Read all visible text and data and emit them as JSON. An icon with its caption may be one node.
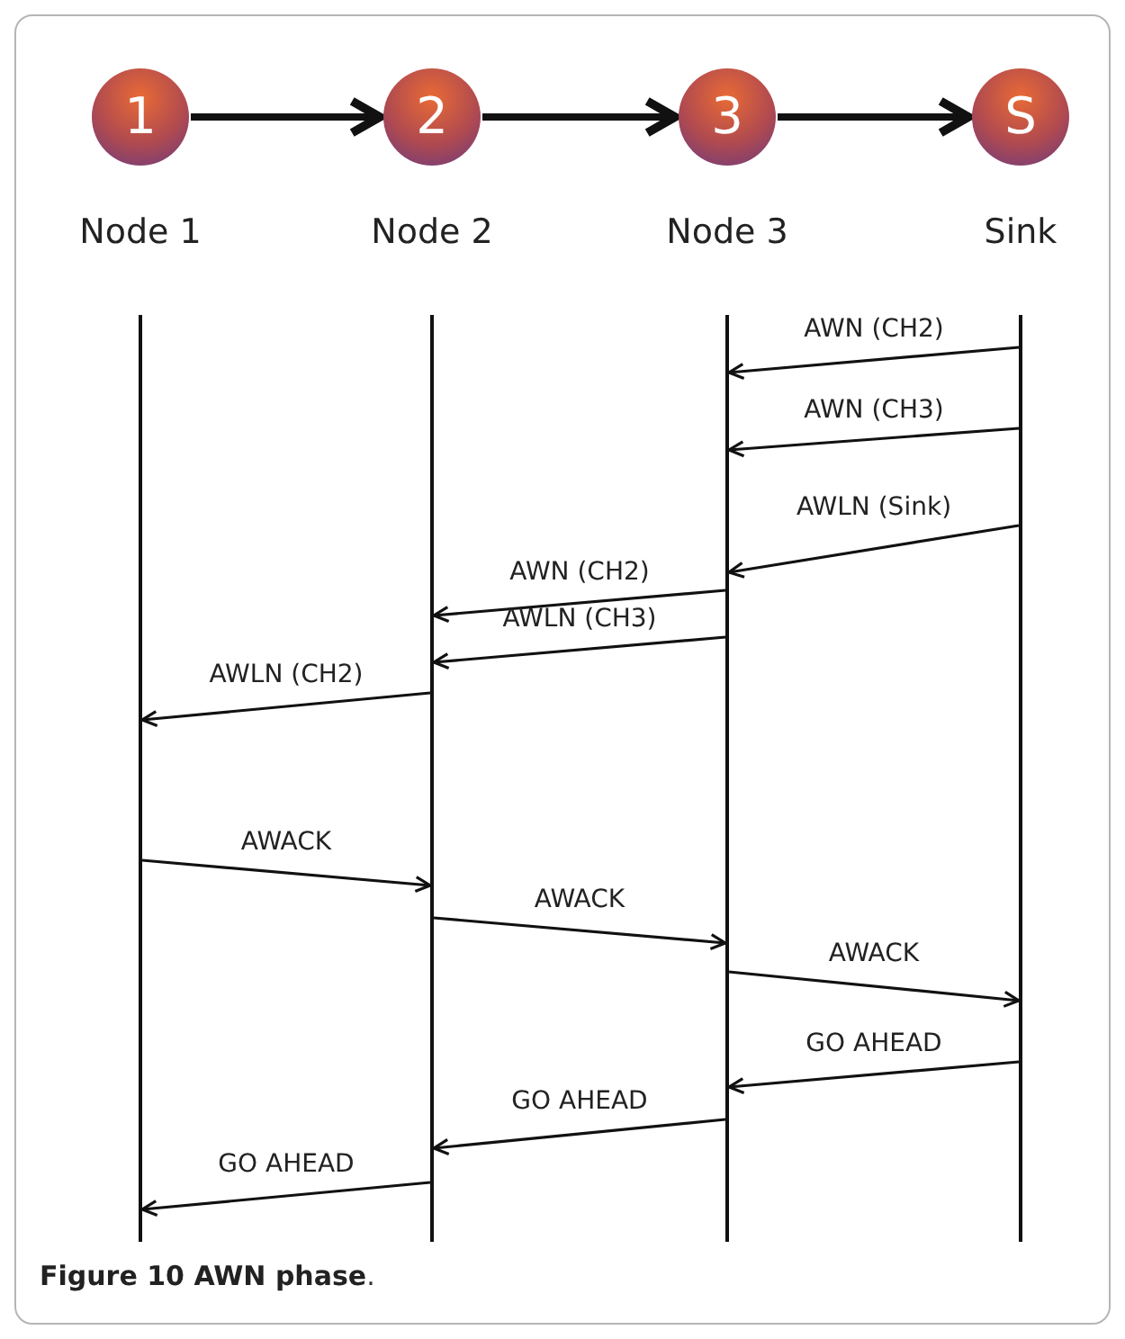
{
  "diagram": {
    "caption": "**Figure 10 AWN phase**.",
    "nodes": [
      {
        "text": [
          "1",
          "Node 1"
        ]
      },
      {
        "text": [
          "2",
          "Node 2"
        ]
      },
      {
        "text": [
          "3",
          "Node 3"
        ]
      },
      {
        "text": [
          "S",
          "Sink"
        ]
      }
    ],
    "edges": [
      {
        "from": 0,
        "to": 1,
        "arrow": "to",
        "style": "thick"
      },
      {
        "from": 1,
        "to": 2,
        "arrow": "to",
        "style": "thick"
      },
      {
        "from": 2,
        "to": 3,
        "arrow": "to",
        "style": "thick"
      },
      {
        "from": 3,
        "to": 2,
        "arrow": "to",
        "label": "AWN (CH2)"
      },
      {
        "from": 3,
        "to": 2,
        "arrow": "to",
        "label": "AWN (CH3)"
      },
      {
        "from": 3,
        "to": 2,
        "arrow": "to",
        "label": "AWLN (Sink)"
      },
      {
        "from": 2,
        "to": 1,
        "arrow": "to",
        "label": "AWN (CH2)"
      },
      {
        "from": 2,
        "to": 1,
        "arrow": "to",
        "label": "AWLN (CH3)"
      },
      {
        "from": 1,
        "to": 0,
        "arrow": "to",
        "label": "AWLN (CH2)"
      },
      {
        "from": 0,
        "to": 1,
        "arrow": "to",
        "label": "AWACK"
      },
      {
        "from": 1,
        "to": 2,
        "arrow": "to",
        "label": "AWACK"
      },
      {
        "from": 2,
        "to": 3,
        "arrow": "to",
        "label": "AWACK"
      },
      {
        "from": 3,
        "to": 2,
        "arrow": "to",
        "label": "GO AHEAD"
      },
      {
        "from": 2,
        "to": 1,
        "arrow": "to",
        "label": "GO AHEAD"
      },
      {
        "from": 1,
        "to": 0,
        "arrow": "to",
        "label": "GO AHEAD"
      }
    ]
  }
}
